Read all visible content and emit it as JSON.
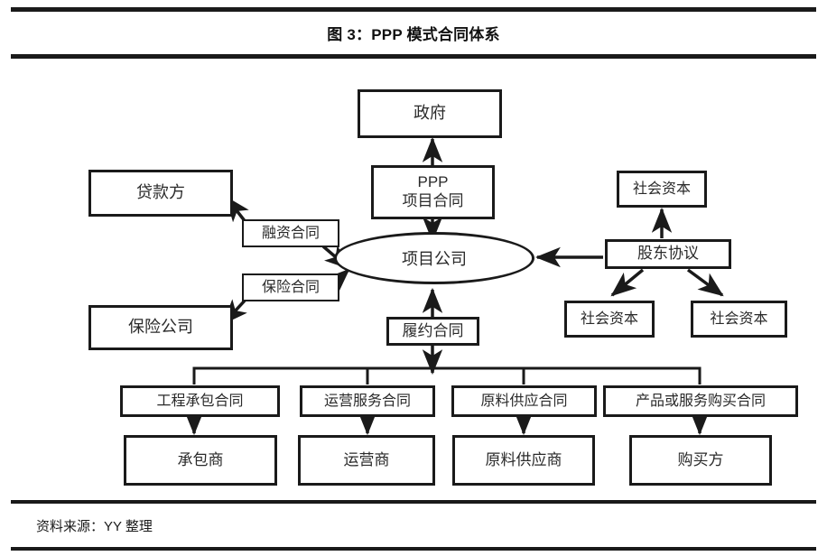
{
  "figure": {
    "title": "图 3：PPP 模式合同体系",
    "source": "资料来源：YY 整理"
  },
  "diagram": {
    "type": "flowchart",
    "nodes": {
      "government": "政府",
      "ppp_contract_line1": "PPP",
      "ppp_contract_line2": "项目合同",
      "project_company": "项目公司",
      "lender": "贷款方",
      "financing_contract": "融资合同",
      "insurance_contract": "保险合同",
      "insurance_company": "保险公司",
      "social_capital_top": "社会资本",
      "shareholder_agreement": "股东协议",
      "social_capital_left": "社会资本",
      "social_capital_right": "社会资本",
      "performance_contract": "履约合同",
      "engineering_contract": "工程承包合同",
      "operation_contract": "运营服务合同",
      "material_supply_contract": "原料供应合同",
      "product_purchase_contract": "产品或服务购买合同",
      "contractor": "承包商",
      "operator": "运营商",
      "material_supplier": "原料供应商",
      "buyer": "购买方"
    },
    "edges": [
      {
        "from": "ppp_contract",
        "to": "government",
        "arrow": "up"
      },
      {
        "from": "ppp_contract",
        "to": "project_company",
        "arrow": "down"
      },
      {
        "from": "financing_contract",
        "to": "lender",
        "arrow": "up-left"
      },
      {
        "from": "financing_contract",
        "to": "project_company",
        "arrow": "down-right"
      },
      {
        "from": "insurance_contract",
        "to": "insurance_company",
        "arrow": "down-left"
      },
      {
        "from": "insurance_contract",
        "to": "project_company",
        "arrow": "up-right"
      },
      {
        "from": "shareholder_agreement",
        "to": "project_company",
        "arrow": "left"
      },
      {
        "from": "shareholder_agreement",
        "to": "social_capital_top",
        "arrow": "up"
      },
      {
        "from": "shareholder_agreement",
        "to": "social_capital_left",
        "arrow": "down-left"
      },
      {
        "from": "shareholder_agreement",
        "to": "social_capital_right",
        "arrow": "down-right"
      },
      {
        "from": "project_company",
        "to": "performance_contract",
        "arrow": "up"
      },
      {
        "from": "performance_contract",
        "to": "engineering_contract",
        "arrow": "down"
      },
      {
        "from": "performance_contract",
        "to": "operation_contract",
        "arrow": "down"
      },
      {
        "from": "performance_contract",
        "to": "material_supply_contract",
        "arrow": "down"
      },
      {
        "from": "performance_contract",
        "to": "product_purchase_contract",
        "arrow": "down"
      },
      {
        "from": "engineering_contract",
        "to": "contractor",
        "arrow": "down"
      },
      {
        "from": "operation_contract",
        "to": "operator",
        "arrow": "down"
      },
      {
        "from": "material_supply_contract",
        "to": "material_supplier",
        "arrow": "down"
      },
      {
        "from": "product_purchase_contract",
        "to": "buyer",
        "arrow": "down"
      }
    ]
  },
  "colors": {
    "stroke": "#1a1a1a",
    "text": "#2a2a2a",
    "background": "#ffffff"
  }
}
